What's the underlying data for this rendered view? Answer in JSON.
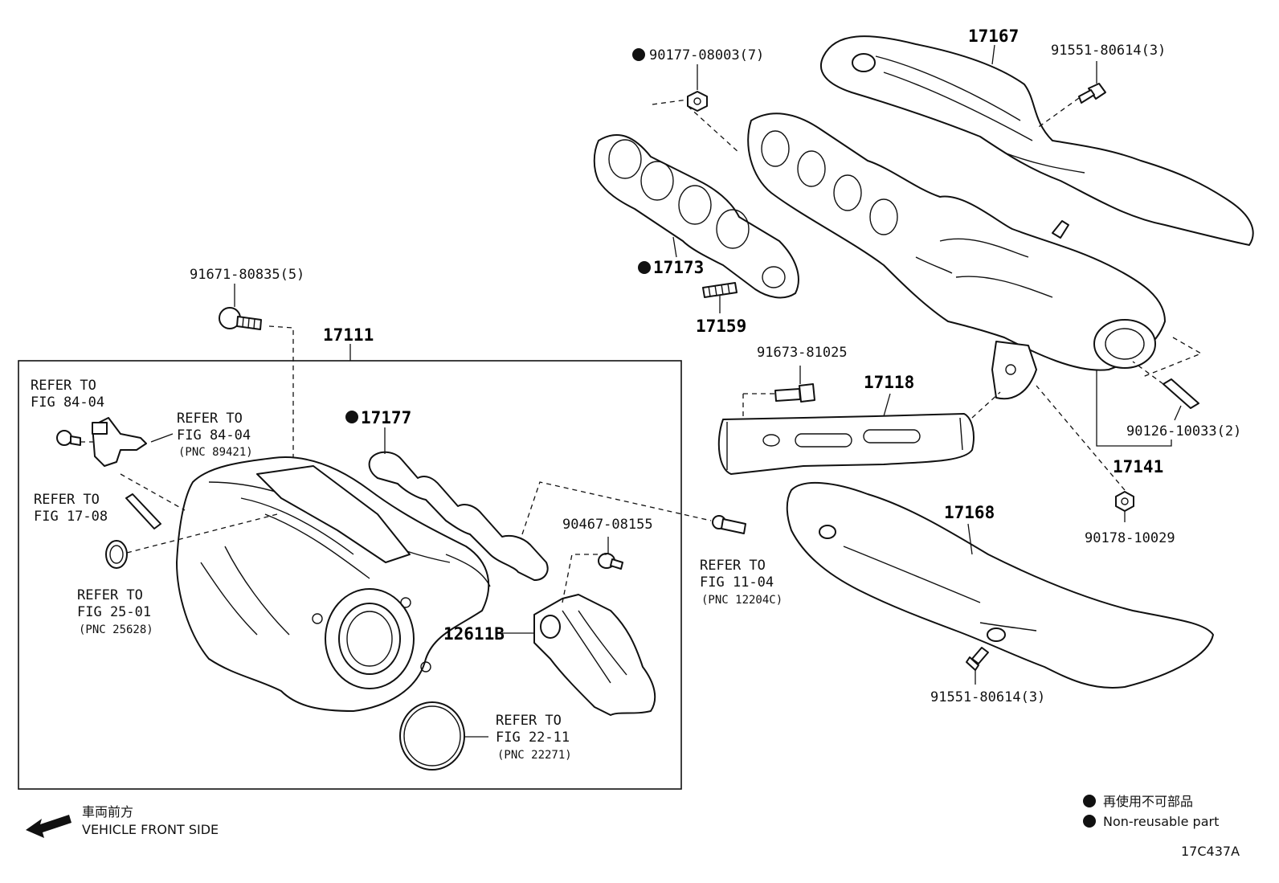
{
  "title": "",
  "labels": {
    "p17167": "17167",
    "p90177": "90177-08003(7)",
    "p91551a": "91551-80614(3)",
    "p17173": "17173",
    "p17159": "17159",
    "p91671": "91671-80835(5)",
    "p17111": "17111",
    "p91673": "91673-81025",
    "p17118": "17118",
    "p90126": "90126-10033(2)",
    "p17141": "17141",
    "p90178": "90178-10029",
    "p17168": "17168",
    "p91551b": "91551-80614(3)",
    "p17177": "17177",
    "p90467": "90467-08155",
    "p12611B": "12611B"
  },
  "refs": {
    "r1": {
      "line1": "REFER TO",
      "line2": "FIG 84-04",
      "pnc": ""
    },
    "r2": {
      "line1": "REFER TO",
      "line2": "FIG 84-04",
      "pnc": "(PNC 89421)"
    },
    "r3": {
      "line1": "REFER TO",
      "line2": "FIG 17-08",
      "pnc": ""
    },
    "r4": {
      "line1": "REFER TO",
      "line2": "FIG 25-01",
      "pnc": "(PNC 25628)"
    },
    "r5": {
      "line1": "REFER TO",
      "line2": "FIG 11-04",
      "pnc": "(PNC 12204C)"
    },
    "r6": {
      "line1": "REFER TO",
      "line2": "FIG 22-11",
      "pnc": "(PNC 22271)"
    }
  },
  "front": {
    "jp": "車両前方",
    "en": "VEHICLE FRONT SIDE"
  },
  "legend": {
    "jp": "再使用不可部品",
    "en": "Non-reusable part"
  },
  "figure_id": "17C437A",
  "colors": {
    "line": "#111111",
    "background": "#ffffff"
  }
}
